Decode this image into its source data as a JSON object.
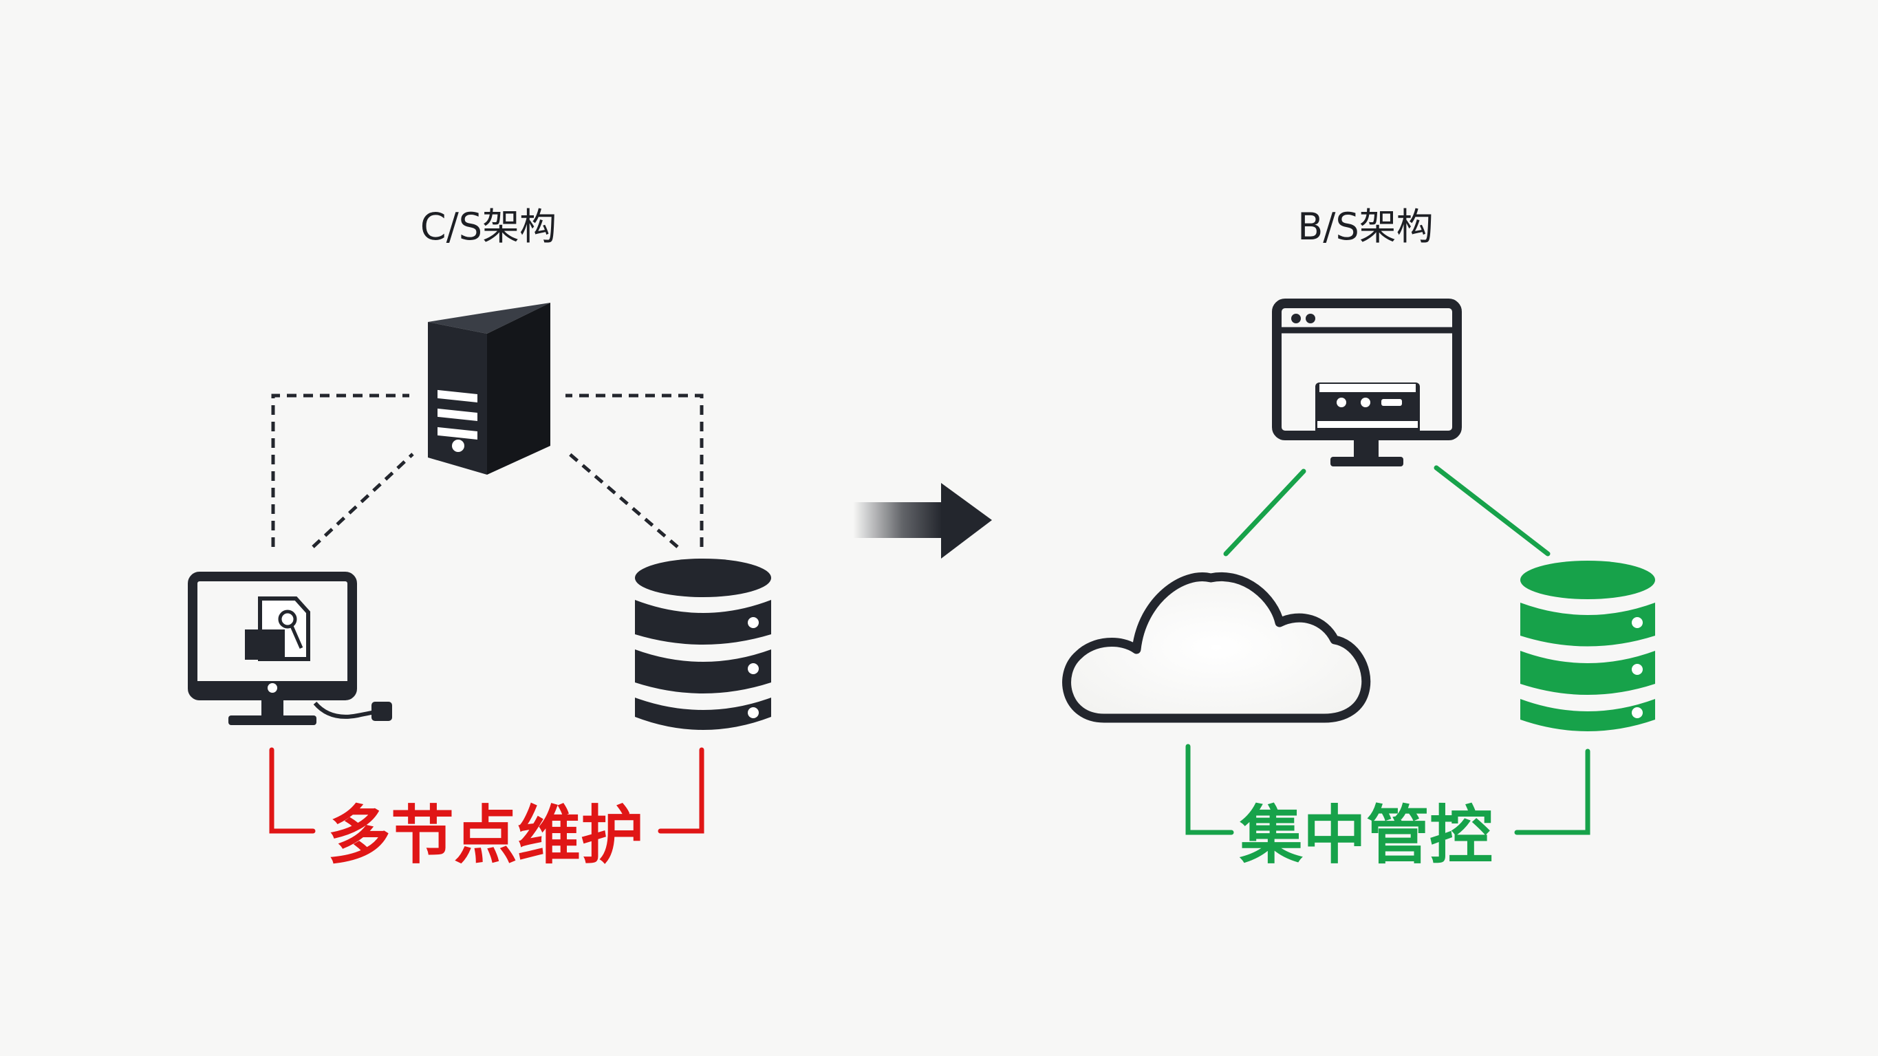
{
  "left": {
    "title": "C/S架构",
    "caption": "多节点维护",
    "caption_color": "#e01616"
  },
  "right": {
    "title": "B/S架构",
    "caption": "集中管控",
    "caption_color": "#17a24a"
  },
  "colors": {
    "icon_dark": "#23262d",
    "green": "#17a24a",
    "red": "#e01616",
    "background": "#f7f7f6"
  },
  "icons": {
    "left_server": "server-tower-icon",
    "left_client": "desktop-computer-icon",
    "left_database": "database-icon",
    "arrow": "arrow-right-icon",
    "right_browser": "browser-monitor-icon",
    "right_cloud": "cloud-icon",
    "right_database": "database-icon"
  }
}
